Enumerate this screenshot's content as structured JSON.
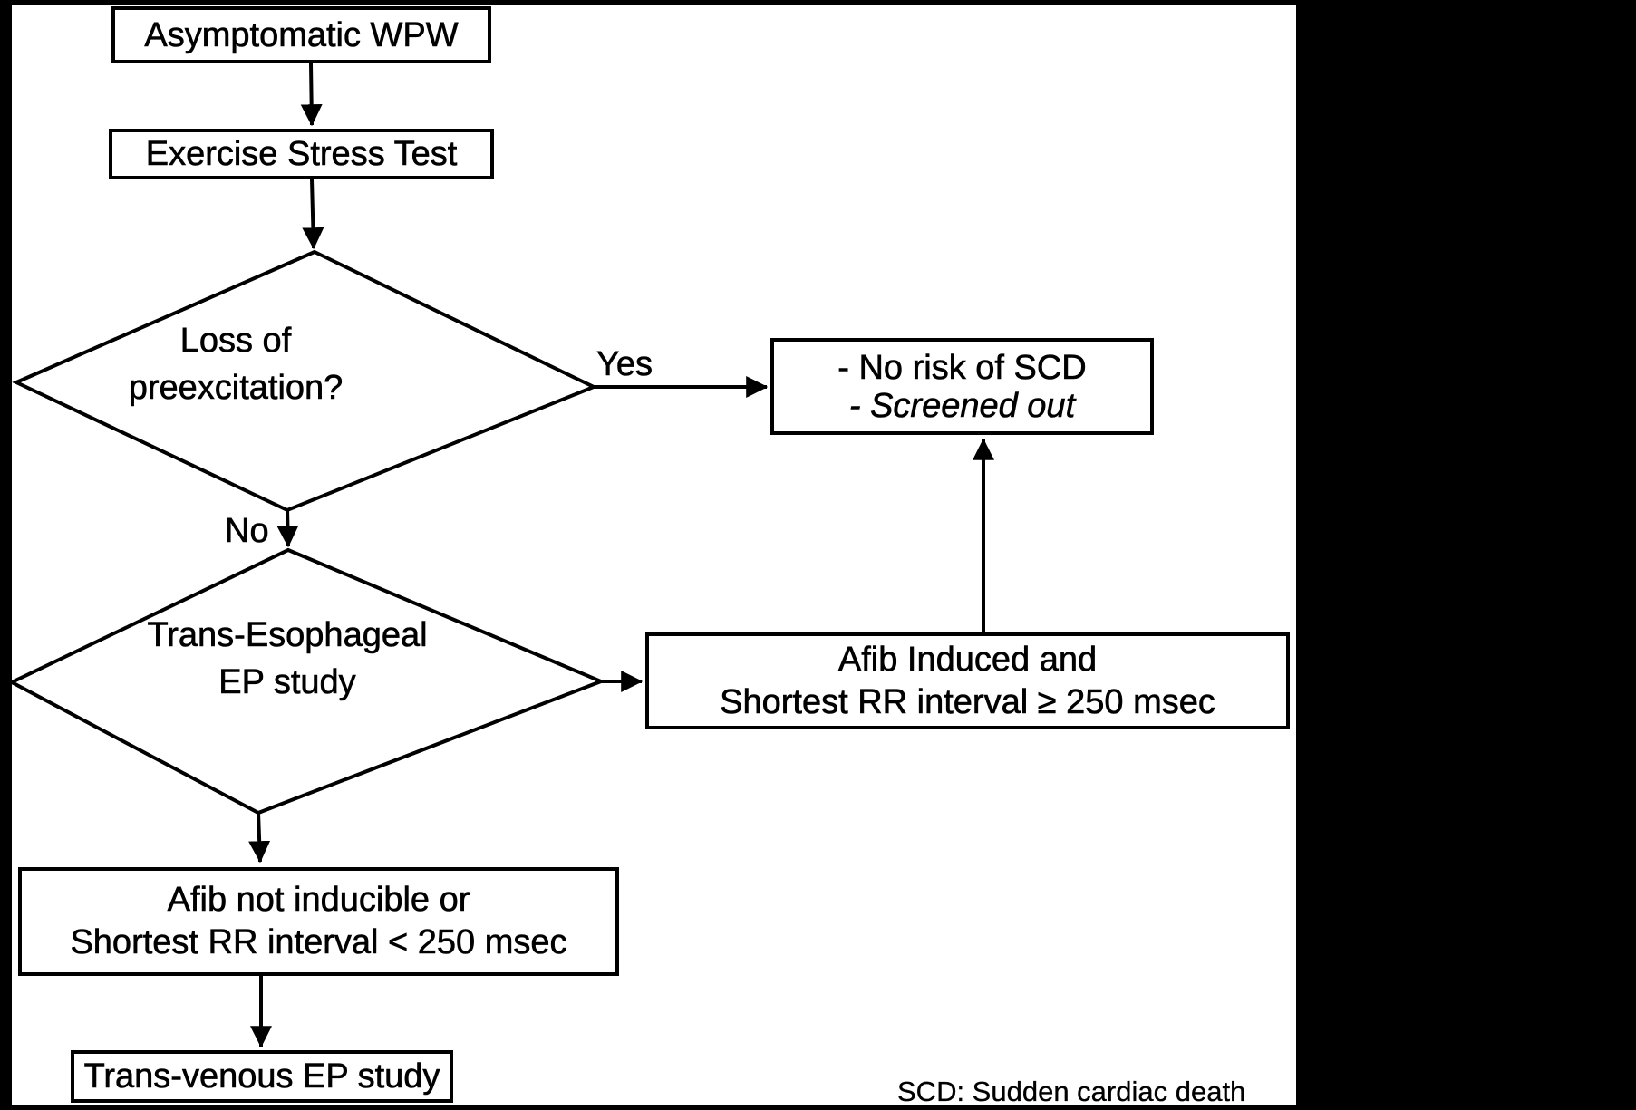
{
  "figure": {
    "nodes": {
      "start": {
        "text": "Asymptomatic WPW"
      },
      "stress": {
        "text": "Exercise Stress Test"
      },
      "loss": {
        "line1": "Loss of",
        "line2": "preexcitation?"
      },
      "norisk": {
        "line1": "- No risk of SCD",
        "line2": "- Screened out"
      },
      "teep": {
        "line1": "Trans-Esophageal",
        "line2": "EP study"
      },
      "afibyes": {
        "line1": "Afib Induced and",
        "line2": "Shortest RR interval ≥ 250 msec"
      },
      "afibno": {
        "line1": "Afib not inducible or",
        "line2": "Shortest RR interval < 250 msec"
      },
      "tvep": {
        "text": "Trans-venous EP study"
      }
    },
    "labels": {
      "yes": "Yes",
      "no": "No"
    },
    "footnote": "SCD: Sudden cardiac death",
    "colors": {
      "ink": "#000000",
      "paper": "#ffffff"
    }
  }
}
